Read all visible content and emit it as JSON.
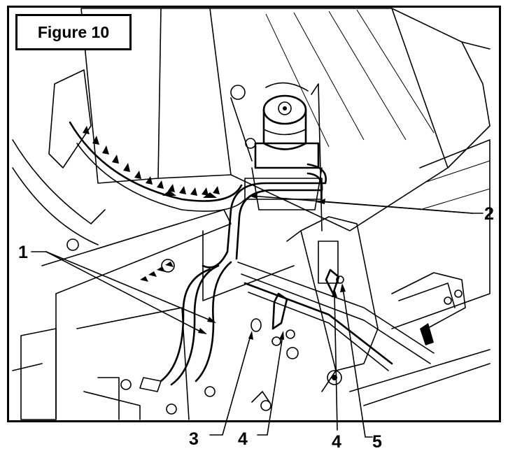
{
  "figure": {
    "title": "Figure 10"
  },
  "callouts": [
    {
      "label": "1"
    },
    {
      "label": "2"
    },
    {
      "label": "3"
    },
    {
      "label": "4"
    },
    {
      "label": "4"
    },
    {
      "label": "5"
    }
  ]
}
